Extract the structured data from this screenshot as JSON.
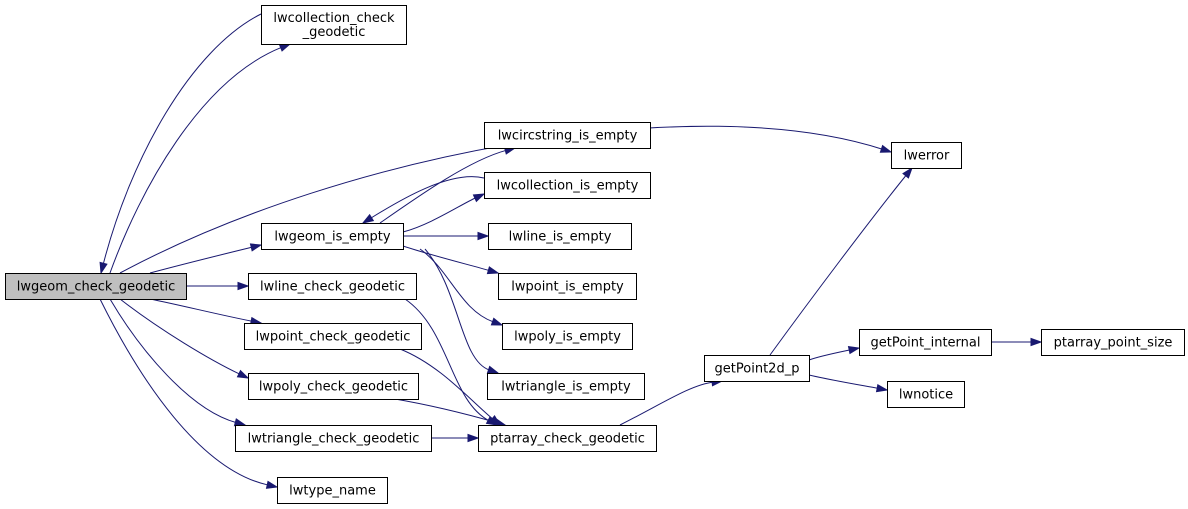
{
  "diagram": {
    "type": "call-graph",
    "root": "lwgeom_check_geodetic",
    "nodes": [
      {
        "id": "lwgeom_check_geodetic",
        "lines": [
          "lwgeom_check_geodetic"
        ],
        "highlighted": true
      },
      {
        "id": "lwcollection_check_geodetic",
        "lines": [
          "lwcollection_check",
          "_geodetic"
        ]
      },
      {
        "id": "lwerror",
        "lines": [
          "lwerror"
        ]
      },
      {
        "id": "lwgeom_is_empty",
        "lines": [
          "lwgeom_is_empty"
        ]
      },
      {
        "id": "lwcircstring_is_empty",
        "lines": [
          "lwcircstring_is_empty"
        ]
      },
      {
        "id": "lwcollection_is_empty",
        "lines": [
          "lwcollection_is_empty"
        ]
      },
      {
        "id": "lwline_is_empty",
        "lines": [
          "lwline_is_empty"
        ]
      },
      {
        "id": "lwpoint_is_empty",
        "lines": [
          "lwpoint_is_empty"
        ]
      },
      {
        "id": "lwpoly_is_empty",
        "lines": [
          "lwpoly_is_empty"
        ]
      },
      {
        "id": "lwtriangle_is_empty",
        "lines": [
          "lwtriangle_is_empty"
        ]
      },
      {
        "id": "lwline_check_geodetic",
        "lines": [
          "lwline_check_geodetic"
        ]
      },
      {
        "id": "lwpoint_check_geodetic",
        "lines": [
          "lwpoint_check_geodetic"
        ]
      },
      {
        "id": "lwpoly_check_geodetic",
        "lines": [
          "lwpoly_check_geodetic"
        ]
      },
      {
        "id": "lwtriangle_check_geodetic",
        "lines": [
          "lwtriangle_check_geodetic"
        ]
      },
      {
        "id": "lwtype_name",
        "lines": [
          "lwtype_name"
        ]
      },
      {
        "id": "ptarray_check_geodetic",
        "lines": [
          "ptarray_check_geodetic"
        ]
      },
      {
        "id": "getPoint2d_p",
        "lines": [
          "getPoint2d_p"
        ]
      },
      {
        "id": "getPoint_internal",
        "lines": [
          "getPoint_internal"
        ]
      },
      {
        "id": "ptarray_point_size",
        "lines": [
          "ptarray_point_size"
        ]
      },
      {
        "id": "lwnotice",
        "lines": [
          "lwnotice"
        ]
      }
    ],
    "edges": [
      {
        "from": "lwgeom_check_geodetic",
        "to": "lwcollection_check_geodetic"
      },
      {
        "from": "lwcollection_check_geodetic",
        "to": "lwgeom_check_geodetic"
      },
      {
        "from": "lwgeom_check_geodetic",
        "to": "lwerror"
      },
      {
        "from": "lwgeom_check_geodetic",
        "to": "lwgeom_is_empty"
      },
      {
        "from": "lwgeom_check_geodetic",
        "to": "lwline_check_geodetic"
      },
      {
        "from": "lwgeom_check_geodetic",
        "to": "lwpoint_check_geodetic"
      },
      {
        "from": "lwgeom_check_geodetic",
        "to": "lwpoly_check_geodetic"
      },
      {
        "from": "lwgeom_check_geodetic",
        "to": "lwtriangle_check_geodetic"
      },
      {
        "from": "lwgeom_check_geodetic",
        "to": "lwtype_name"
      },
      {
        "from": "lwgeom_is_empty",
        "to": "lwcircstring_is_empty"
      },
      {
        "from": "lwgeom_is_empty",
        "to": "lwcollection_is_empty"
      },
      {
        "from": "lwcollection_is_empty",
        "to": "lwgeom_is_empty"
      },
      {
        "from": "lwgeom_is_empty",
        "to": "lwline_is_empty"
      },
      {
        "from": "lwgeom_is_empty",
        "to": "lwpoint_is_empty"
      },
      {
        "from": "lwgeom_is_empty",
        "to": "lwpoly_is_empty"
      },
      {
        "from": "lwgeom_is_empty",
        "to": "lwtriangle_is_empty"
      },
      {
        "from": "lwline_check_geodetic",
        "to": "ptarray_check_geodetic"
      },
      {
        "from": "lwpoint_check_geodetic",
        "to": "ptarray_check_geodetic"
      },
      {
        "from": "lwpoly_check_geodetic",
        "to": "ptarray_check_geodetic"
      },
      {
        "from": "lwtriangle_check_geodetic",
        "to": "ptarray_check_geodetic"
      },
      {
        "from": "ptarray_check_geodetic",
        "to": "getPoint2d_p"
      },
      {
        "from": "getPoint2d_p",
        "to": "lwerror"
      },
      {
        "from": "getPoint2d_p",
        "to": "getPoint_internal"
      },
      {
        "from": "getPoint2d_p",
        "to": "lwnotice"
      },
      {
        "from": "getPoint_internal",
        "to": "ptarray_point_size"
      }
    ]
  },
  "colors": {
    "edge": "#191970",
    "root_fill": "#bfbfbf",
    "node_fill": "#ffffff",
    "node_border": "#000000"
  }
}
